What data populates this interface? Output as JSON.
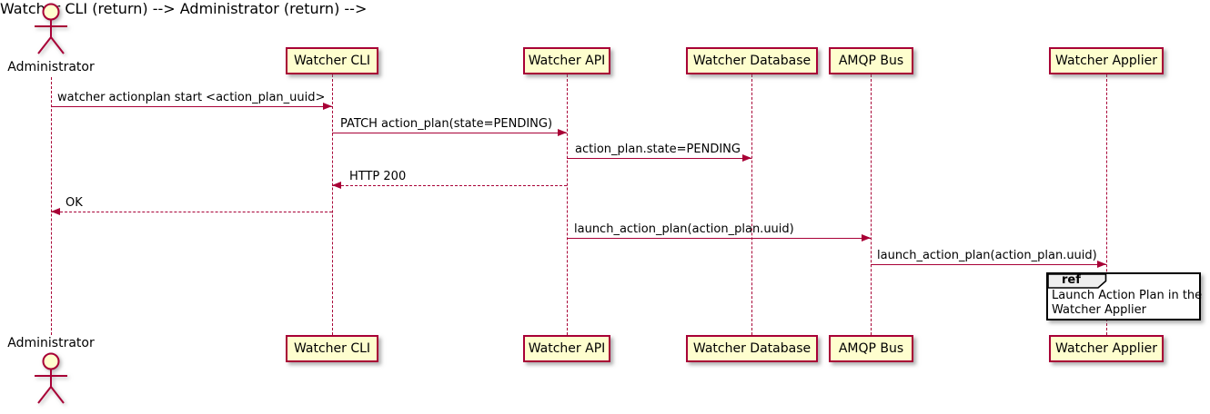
{
  "actor": {
    "name": "Administrator"
  },
  "participants": [
    {
      "label": "Watcher CLI"
    },
    {
      "label": "Watcher API"
    },
    {
      "label": "Watcher Database"
    },
    {
      "label": "AMQP Bus"
    },
    {
      "label": "Watcher Applier"
    }
  ],
  "messages": [
    {
      "label": "watcher actionplan start <action_plan_uuid>",
      "from": "Administrator",
      "to": "Watcher CLI",
      "line": "solid"
    },
    {
      "label": "PATCH action_plan(state=PENDING)",
      "from": "Watcher CLI",
      "to": "Watcher API",
      "line": "solid"
    },
    {
      "label": "action_plan.state=PENDING",
      "from": "Watcher API",
      "to": "Watcher Database",
      "line": "solid"
    },
    {
      "label": "HTTP 200",
      "from": "Watcher API",
      "to": "Watcher CLI",
      "line": "dashed"
    },
    {
      "label": "OK",
      "from": "Watcher CLI",
      "to": "Administrator",
      "line": "dashed"
    },
    {
      "label": "launch_action_plan(action_plan.uuid)",
      "from": "Watcher API",
      "to": "AMQP Bus",
      "line": "solid"
    },
    {
      "label": "launch_action_plan(action_plan.uuid)",
      "from": "AMQP Bus",
      "to": "Watcher Applier",
      "line": "solid"
    }
  ],
  "ref_fragment": {
    "keyword": "ref",
    "line1": "Launch Action Plan in the",
    "line2": "Watcher Applier"
  },
  "colors": {
    "accent": "#A80036",
    "participant_fill": "#FEFECE",
    "text": "#000000",
    "ref_border": "#000000",
    "ref_tab_fill": "#EEEEEE",
    "background": "#FFFFFF"
  }
}
